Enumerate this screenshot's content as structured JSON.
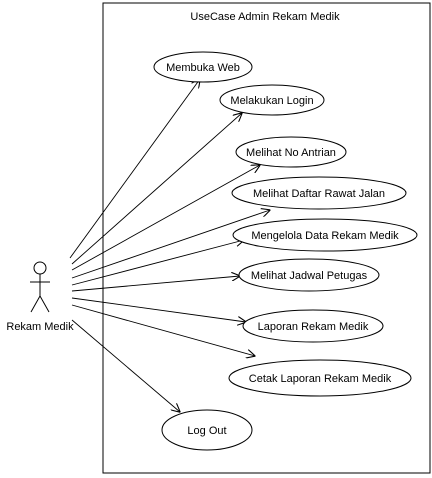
{
  "diagram": {
    "system_title": "UseCase Admin Rekam Medik",
    "actor": {
      "name": "Rekam Medik"
    },
    "use_cases": [
      "Membuka Web",
      "Melakukan Login",
      "Melihat No Antrian",
      "Melihat Daftar Rawat Jalan",
      "Mengelola Data Rekam Medik",
      "Melihat Jadwal Petugas",
      "Laporan Rekam Medik",
      "Cetak Laporan Rekam Medik",
      "Log Out"
    ],
    "colors": {
      "stroke": "#000000",
      "fill": "#ffffff",
      "text": "#000000"
    }
  }
}
